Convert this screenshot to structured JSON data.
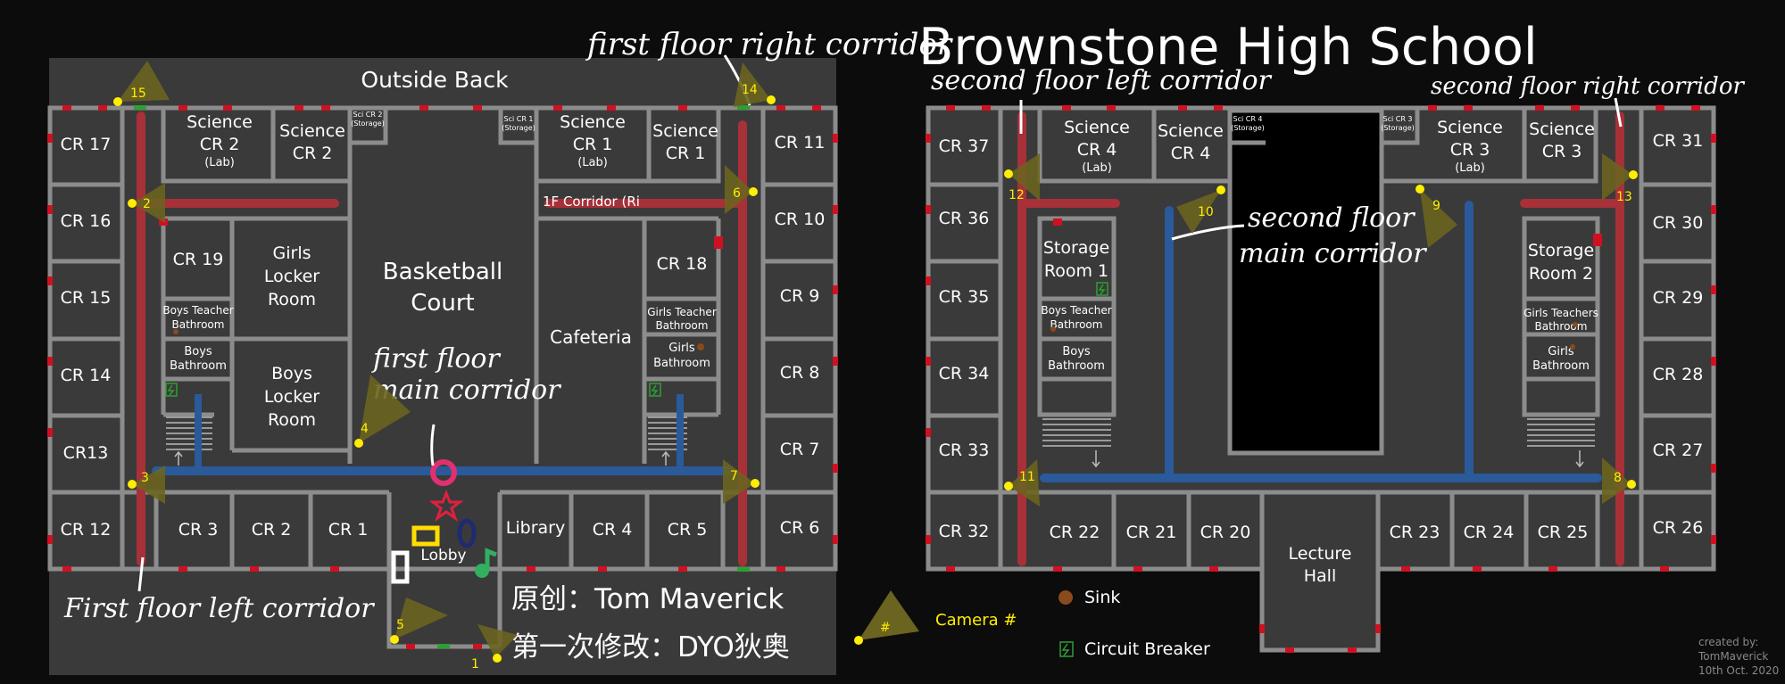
{
  "title": "Brownstone High School",
  "outside_back": "Outside Back",
  "first_floor": {
    "rooms": {
      "cr17": "CR 17",
      "cr16": "CR 16",
      "cr15": "CR 15",
      "cr14": "CR 14",
      "cr13": "CR13",
      "cr12": "CR 12",
      "sci2a": "Science",
      "sci2b": "CR 2",
      "sci2c": "(Lab)",
      "sci2d": "Science",
      "sci2e": "CR 2",
      "scicr2a": "Sci CR 2",
      "scicr2b": "(Storage)",
      "scicr1a": "Sci CR 1",
      "scicr1b": "(Storage)",
      "sci1a": "Science",
      "sci1b": "CR 1",
      "sci1c": "(Lab)",
      "sci1d": "Science",
      "sci1e": "CR 1",
      "cr11": "CR 11",
      "cr10": "CR 10",
      "cr9": "CR 9",
      "cr8": "CR 8",
      "cr7": "CR 7",
      "cr6": "CR 6",
      "cr19": "CR 19",
      "gl1": "Girls",
      "gl2": "Locker",
      "gl3": "Room",
      "bl1": "Boys",
      "bl2": "Locker",
      "bl3": "Room",
      "btb1": "Boys Teacher",
      "btb2": "Bathroom",
      "bb1": "Boys",
      "bb2": "Bathroom",
      "bc1": "Basketball",
      "bc2": "Court",
      "cafeteria": "Cafeteria",
      "cr18": "CR 18",
      "gtb1": "Girls Teacher",
      "gtb2": "Bathroom",
      "gb1": "Girls",
      "gb2": "Bathroom",
      "cr3": "CR 3",
      "cr2": "CR 2",
      "cr1": "CR 1",
      "library": "Library",
      "cr4": "CR 4",
      "cr5": "CR 5",
      "lobby": "Lobby",
      "corridor_label": "1F Corridor (Ri"
    },
    "annotations": {
      "right": "first floor right corridor",
      "main1": "first floor",
      "main2": "main corridor",
      "left": "First floor left corridor"
    },
    "credits": {
      "original": "原创：Tom Maverick",
      "modified": "第一次修改：DYO狄奥"
    }
  },
  "second_floor": {
    "rooms": {
      "cr37": "CR 37",
      "cr36": "CR 36",
      "cr35": "CR 35",
      "cr34": "CR 34",
      "cr33": "CR 33",
      "cr32": "CR 32",
      "sci4a": "Science",
      "sci4b": "CR 4",
      "sci4c": "(Lab)",
      "sci4d": "Science",
      "sci4e": "CR 4",
      "scicr4a": "Sci CR 4",
      "scicr4b": "(Storage)",
      "scicr3a": "Sci CR 3",
      "scicr3b": "(Storage)",
      "sci3a": "Science",
      "sci3b": "CR 3",
      "sci3c": "(Lab)",
      "sci3d": "Science",
      "sci3e": "CR 3",
      "cr31": "CR 31",
      "cr30": "CR 30",
      "cr29": "CR 29",
      "cr28": "CR 28",
      "cr27": "CR 27",
      "cr26": "CR 26",
      "sr1a": "Storage",
      "sr1b": "Room 1",
      "sr2a": "Storage",
      "sr2b": "Room 2",
      "btb1": "Boys Teacher",
      "btb2": "Bathroom",
      "bb1": "Boys",
      "bb2": "Bathroom",
      "gtb1": "Girls Teachers",
      "gtb2": "Bathroom",
      "gb1": "Girls",
      "gb2": "Bathroom",
      "cr22": "CR 22",
      "cr21": "CR 21",
      "cr20": "CR 20",
      "lh1": "Lecture",
      "lh2": "Hall",
      "cr23": "CR 23",
      "cr24": "CR 24",
      "cr25": "CR 25"
    },
    "annotations": {
      "left": "second floor left corridor",
      "right": "second floor right corridor",
      "main1": "second floor",
      "main2": "main corridor"
    }
  },
  "cameras": [
    {
      "n": "1"
    },
    {
      "n": "2"
    },
    {
      "n": "3"
    },
    {
      "n": "4"
    },
    {
      "n": "5"
    },
    {
      "n": "6"
    },
    {
      "n": "7"
    },
    {
      "n": "8"
    },
    {
      "n": "9"
    },
    {
      "n": "10"
    },
    {
      "n": "11"
    },
    {
      "n": "12"
    },
    {
      "n": "13"
    },
    {
      "n": "14"
    },
    {
      "n": "15"
    }
  ],
  "legend": {
    "camera": "Camera #",
    "camera_symbol": "#",
    "sink": "Sink",
    "breaker": "Circuit Breaker"
  },
  "signature": {
    "l1": "created by:",
    "l2": "TomMaverick",
    "l3": "10th Oct. 2020"
  },
  "colors": {
    "floor": "#3a3a3a",
    "wall": "#8c8c8c",
    "red_corridor": "#a83038",
    "blue_corridor": "#2a5a9a",
    "camera": "#ffee00",
    "cone": "#6b6420",
    "door": "#d01020"
  }
}
